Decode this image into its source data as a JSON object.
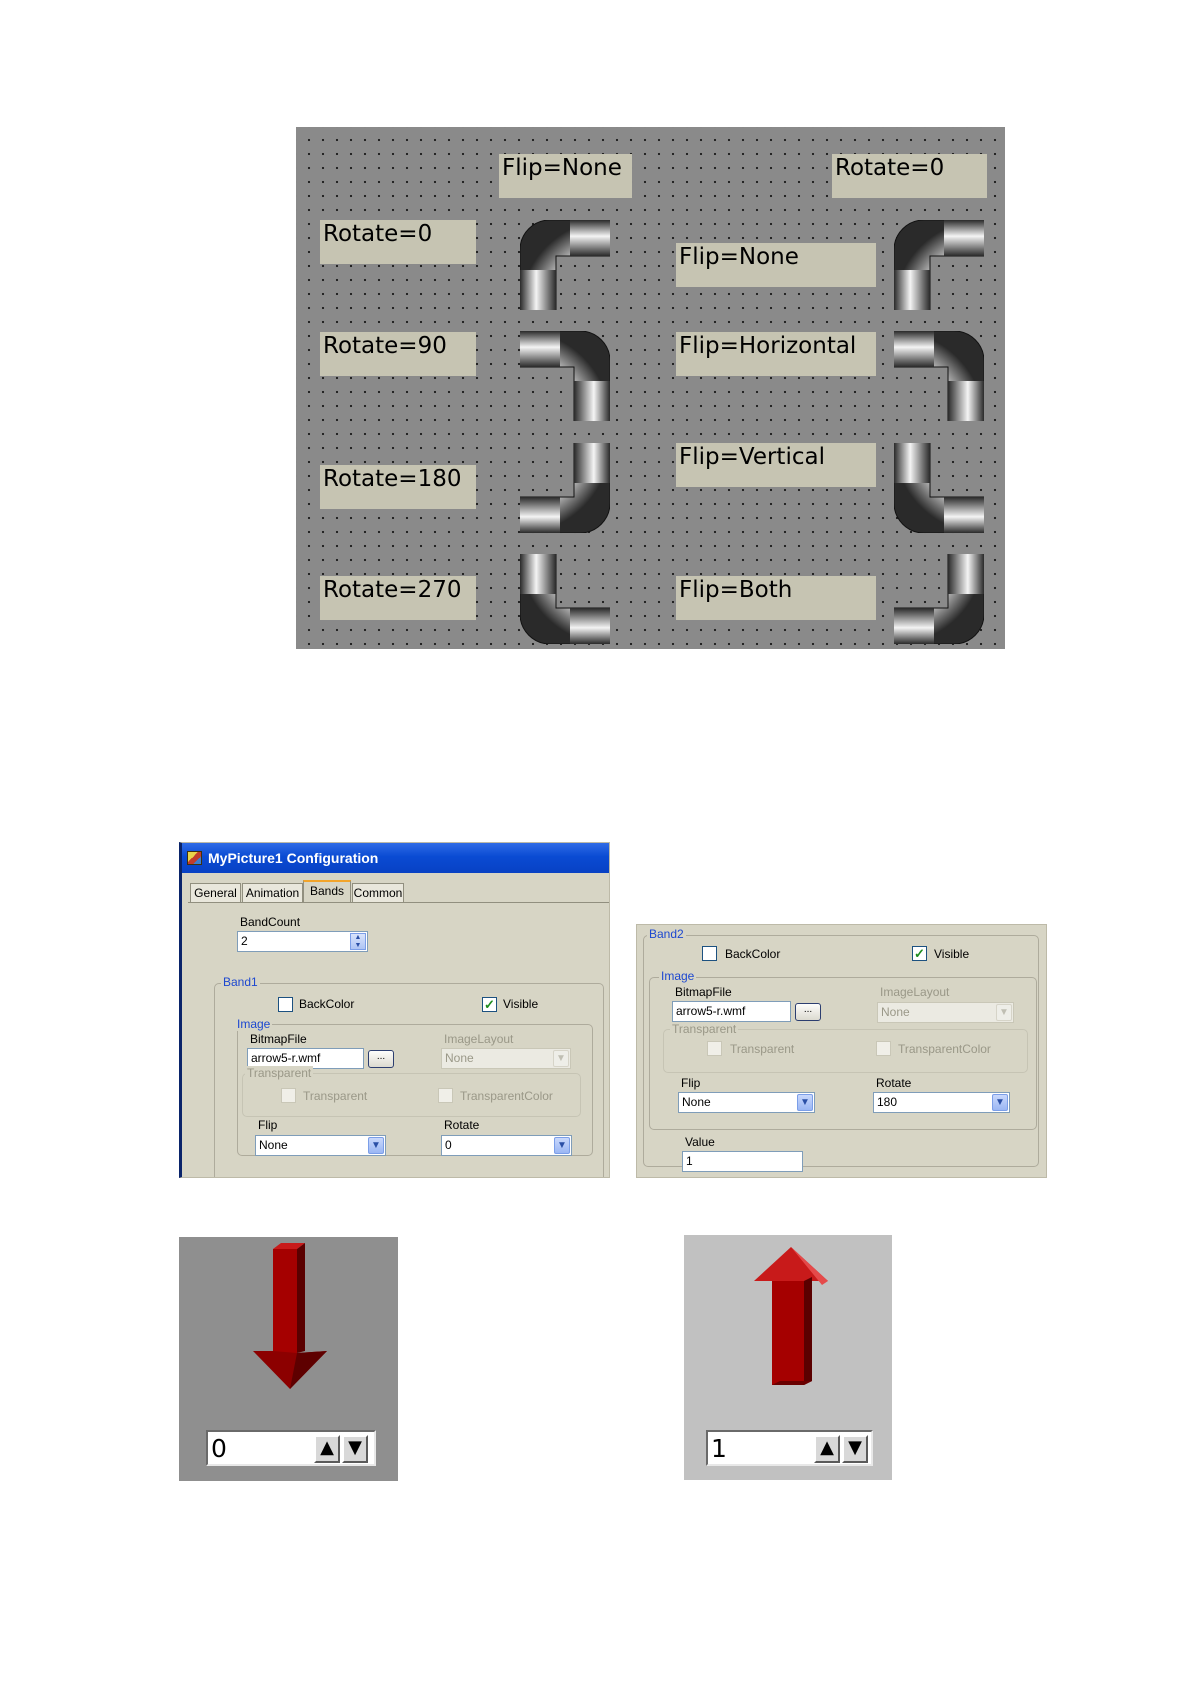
{
  "figure1": {
    "column_headers": {
      "left": "Flip=None",
      "right": "Rotate=0"
    },
    "rotate_labels": [
      "Rotate=0",
      "Rotate=90",
      "Rotate=180",
      "Rotate=270"
    ],
    "flip_labels": [
      "Flip=None",
      "Flip=Horizontal",
      "Flip=Vertical",
      "Flip=Both"
    ],
    "pipe_rotations_deg": [
      0,
      90,
      180,
      270
    ],
    "pipe_flips": [
      "none",
      "horizontal",
      "vertical",
      "both"
    ],
    "colors": {
      "canvas": "#8a8a8a",
      "label_bg": "#c6c4b2"
    }
  },
  "dialog1": {
    "title": "MyPicture1 Configuration",
    "tabs": [
      "General",
      "Animation",
      "Bands",
      "Common"
    ],
    "active_tab": "Bands",
    "band_count_label": "BandCount",
    "band_count_value": "2",
    "band": {
      "title": "Band1",
      "backcolor_label": "BackColor",
      "backcolor_checked": false,
      "visible_label": "Visible",
      "visible_checked": true,
      "image_group": "Image",
      "bitmap_label": "BitmapFile",
      "bitmap_value": "arrow5-r.wmf",
      "browse_label": "...",
      "layout_label": "ImageLayout",
      "layout_value": "None",
      "transparent_group": "Transparent",
      "transparent_label": "Transparent",
      "transparent_color_label": "TransparentColor",
      "flip_label": "Flip",
      "flip_value": "None",
      "rotate_label": "Rotate",
      "rotate_value": "0"
    }
  },
  "dialog2": {
    "band": {
      "title": "Band2",
      "backcolor_label": "BackColor",
      "backcolor_checked": false,
      "visible_label": "Visible",
      "visible_checked": true,
      "image_group": "Image",
      "bitmap_label": "BitmapFile",
      "bitmap_value": "arrow5-r.wmf",
      "browse_label": "...",
      "layout_label": "ImageLayout",
      "layout_value": "None",
      "transparent_group": "Transparent",
      "transparent_label": "Transparent",
      "transparent_color_label": "TransparentColor",
      "flip_label": "Flip",
      "flip_value": "None",
      "rotate_label": "Rotate",
      "rotate_value": "180",
      "value_label": "Value",
      "value": "1"
    }
  },
  "arrow_panels": [
    {
      "value": "0",
      "direction": "down",
      "background": "#8f8f8f",
      "up_glyph": "▲",
      "down_glyph": "▼"
    },
    {
      "value": "1",
      "direction": "up",
      "background": "#c1c1c1",
      "up_glyph": "▲",
      "down_glyph": "▼"
    }
  ],
  "colors": {
    "arrow_red": "#a50000",
    "dialog_bg": "#d7d5c5",
    "titlebar": "#0a4bd3",
    "group_title": "#1d48d0"
  }
}
